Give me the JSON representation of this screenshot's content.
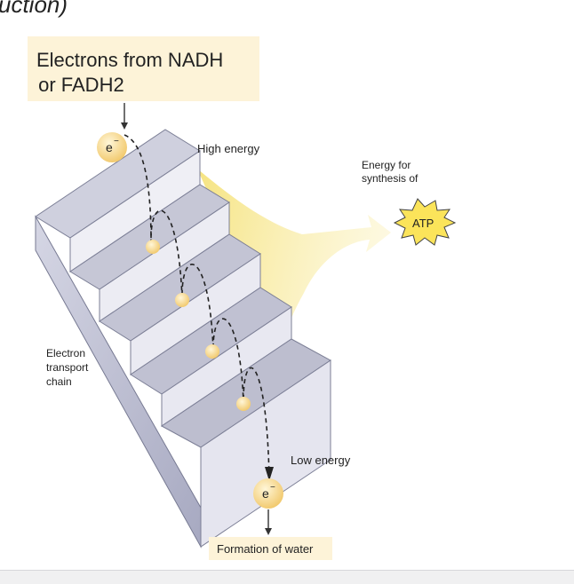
{
  "header": {
    "cut_heading": "uction)"
  },
  "source_box": {
    "line1": "Electrons from NADH",
    "line2": " or FADH2"
  },
  "labels": {
    "high_energy": "High energy",
    "low_energy": "Low energy",
    "energy_for_line1": "Energy for",
    "energy_for_line2": "synthesis of",
    "atp": "ATP",
    "chain_line1": "Electron",
    "chain_line2": "transport",
    "chain_line3": "chain",
    "electron_symbol": "e",
    "electron_charge": "−"
  },
  "sink_box": {
    "label": "Formation of water"
  },
  "colors": {
    "box_fill": "#fdf3d8",
    "stair_top": "#c9cad8",
    "stair_front": "#eeeef4",
    "stair_side": "#a9abc0",
    "energy_glow": "#f7e68a",
    "electron_fill": "#f4cf72",
    "atp_burst": "#fbe45a"
  }
}
